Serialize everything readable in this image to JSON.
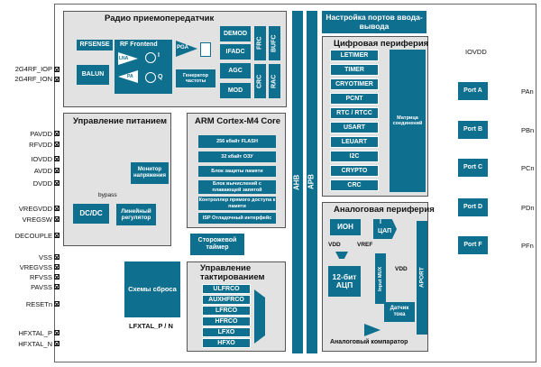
{
  "radio": {
    "title": "Радио приемопередатчик",
    "rfsense": "RFSENSE",
    "rf_frontend": "RF Frontend",
    "lna": "LNA",
    "pa": "PA",
    "pga": "PGA",
    "balun": "BALUN",
    "i_label": "I",
    "q_label": "Q",
    "freq_gen": "Генератор частоты",
    "demod": "DEMOD",
    "ifadc": "IFADC",
    "agc": "AGC",
    "mod": "MOD",
    "frc": "FRC",
    "bufc": "BUFC",
    "crc": "CRC",
    "rac": "RAC"
  },
  "left_pins_top": [
    "2G4RF_IOP",
    "2G4RF_ION"
  ],
  "power": {
    "title": "Управление питанием",
    "monitor": "Монитор напряжения",
    "bypass": "bypass",
    "dcdc": "DC/DC",
    "linreg": "Линейный регулятор",
    "pins": [
      "PAVDD",
      "RFVDD",
      "IOVDD",
      "AVDD",
      "DVDD",
      "VREGVDD",
      "VREGSW",
      "DECOUPLE"
    ]
  },
  "core": {
    "title": "ARM Cortex-M4 Core",
    "items": [
      "256 кбайт FLASH",
      "32 кбайт ОЗУ",
      "Блок защиты памяти",
      "Блок вычислений с плавающей запятой",
      "Контроллер прямого доступа к памяти",
      "ISP Отладочный интерфейс"
    ]
  },
  "watchdog": "Сторожевой таймер",
  "reset_block": "Схемы сброса",
  "supply_pins": [
    "VSS",
    "VREGVSS",
    "RFVSS",
    "PAVSS"
  ],
  "reset_pin": "RESETn",
  "clock": {
    "title": "Управление тактированием",
    "items": [
      "ULFRCO",
      "AUXHFRCO",
      "LFRCO",
      "HFRCO",
      "LFXO",
      "HFXO"
    ],
    "lfxtal": "LFXTAL_P / N",
    "pins": [
      "HFXTAL_P",
      "HFXTAL_N"
    ]
  },
  "bus": {
    "ahb": "AHB",
    "apb": "APB"
  },
  "port_config": "Настройка портов ввода-вывода",
  "digital": {
    "title": "Цифровая периферия",
    "items": [
      "LETIMER",
      "TIMER",
      "CRYOTIMER",
      "PCNT",
      "RTC / RTCC",
      "USART",
      "LEUART",
      "I2C",
      "CRYPTO",
      "CRC"
    ],
    "matrix": "Матрица соединений"
  },
  "iovdd": "IOVDD",
  "ports": {
    "names": [
      "Port A",
      "Port B",
      "Port C",
      "Port D",
      "Port F"
    ],
    "pins": [
      "PAn",
      "PBn",
      "PCn",
      "PDn",
      "PFn"
    ]
  },
  "analog": {
    "title": "Аналоговая периферия",
    "ion": "ИОН",
    "cap": "ЦАП",
    "cap_index": "I",
    "vdd": "VDD",
    "vref": "VREF",
    "adc": "12-бит АЦП",
    "mux": "Input MUX",
    "vdd2": "VDD",
    "temp": "Датчик тока",
    "aport": "APORT",
    "comparator": "Аналоговый компаратор"
  }
}
